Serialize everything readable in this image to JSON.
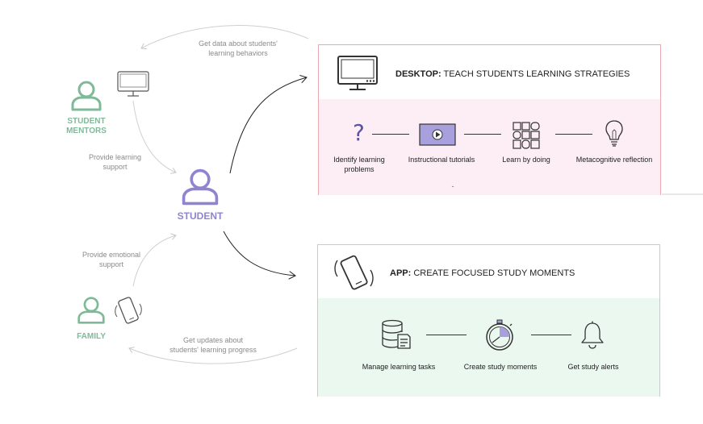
{
  "left": {
    "student_mentors": {
      "label_line1": "STUDENT",
      "label_line2": "MENTORS",
      "icon": "person-icon",
      "device": "monitor-icon"
    },
    "student": {
      "label": "STUDENT",
      "icon": "person-icon"
    },
    "family": {
      "label": "FAMILY",
      "icon": "person-icon",
      "device": "phone-icon"
    },
    "notes": {
      "get_data_line1": "Get data about students'",
      "get_data_line2": "learning behaviors",
      "provide_learning_line1": "Provide learning",
      "provide_learning_line2": "support",
      "provide_emotional_line1": "Provide emotional",
      "provide_emotional_line2": "support",
      "get_updates_line1": "Get updates about",
      "get_updates_line2": "students' learning progress"
    }
  },
  "desktop_panel": {
    "title_bold": "DESKTOP:",
    "title_rest": " TEACH STUDENTS LEARNING STRATEGIES",
    "steps": [
      {
        "icon": "question-mark-icon",
        "label_line1": "Identify learning",
        "label_line2": "problems"
      },
      {
        "icon": "video-play-icon",
        "label_line1": "Instructional tutorials",
        "label_line2": ""
      },
      {
        "icon": "grid-blocks-icon",
        "label_line1": "Learn by doing",
        "label_line2": ""
      },
      {
        "icon": "lightbulb-icon",
        "label_line1": "Metacognitive reflection",
        "label_line2": ""
      }
    ],
    "footnote": "-"
  },
  "app_panel": {
    "title_bold": "APP:",
    "title_rest": " CREATE FOCUSED STUDY MOMENTS",
    "steps": [
      {
        "icon": "database-task-icon",
        "label": "Manage learning tasks"
      },
      {
        "icon": "stopwatch-icon",
        "label": "Create study moments"
      },
      {
        "icon": "bell-icon",
        "label": "Get study alerts"
      }
    ]
  },
  "colors": {
    "green": "#7fba98",
    "purple": "#8f84cf",
    "desktop_border": "#e8a9b3",
    "desktop_band": "#fdeef6",
    "app_border": "#a7dfbd",
    "app_band": "#eaf8ef"
  }
}
